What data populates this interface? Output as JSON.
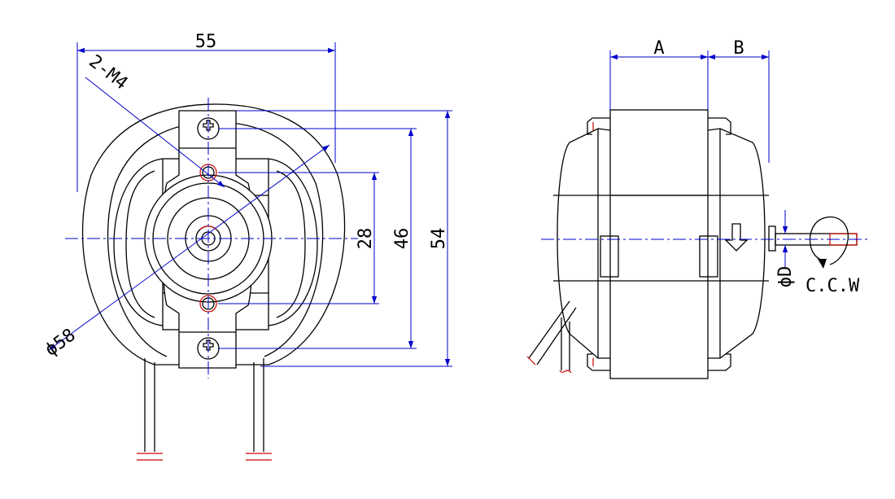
{
  "colors": {
    "outline": "#000000",
    "dimension": "#0000cc",
    "accent": "#cc0000",
    "background": "#ffffff"
  },
  "front_view": {
    "width_label": "55",
    "holes_label": "2-M4",
    "hole_spacing_label": "28",
    "bracket_height_label": "46",
    "overall_height_label": "54",
    "diameter_label": "ϕ58"
  },
  "side_view": {
    "label_a": "A",
    "label_b": "B",
    "shaft_label": "ϕD",
    "rotation_label": "C.C.W"
  }
}
